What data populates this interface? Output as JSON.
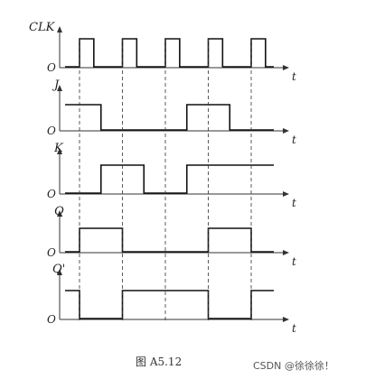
{
  "diagram": {
    "caption": "图 A5.12",
    "watermark": "CSDN @徐徐徐！",
    "time_label": "t",
    "zero_label": "O",
    "signals": [
      {
        "name": "CLK",
        "initial": 0,
        "transitions": [
          1.5,
          2.5,
          4.5,
          5.5,
          7.5,
          8.5,
          10.5,
          11.5,
          13.5,
          14.5
        ]
      },
      {
        "name": "J",
        "initial": 1,
        "transitions": [
          3.0,
          9.0,
          12.0
        ]
      },
      {
        "name": "K",
        "initial": 0,
        "transitions": [
          3.0,
          6.0,
          9.0
        ]
      },
      {
        "name": "Q",
        "initial": 0,
        "transitions": [
          1.5,
          4.5,
          10.5,
          13.5
        ]
      },
      {
        "name": "Q'",
        "initial": 1,
        "transitions": [
          1.5,
          4.5,
          10.5,
          13.5
        ]
      }
    ],
    "dashed_guides": [
      1.5,
      4.5,
      7.5,
      10.5,
      13.5
    ]
  }
}
